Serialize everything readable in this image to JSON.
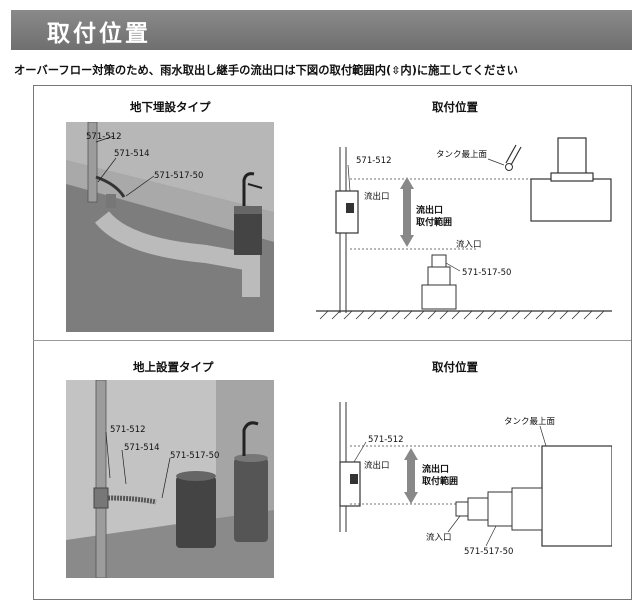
{
  "header": {
    "title": "取付位置"
  },
  "note": {
    "before": "オーバーフロー対策のため、雨水取出し継手の流出口は下図の取付範囲内(",
    "arrow": "⇳",
    "after": "内)に施工してください"
  },
  "sections": {
    "underground": {
      "title": "地下埋設タイプ",
      "photo_labels": [
        "571-512",
        "571-514",
        "571-517-50"
      ]
    },
    "underground_position": {
      "title": "取付位置",
      "labels": {
        "tank_top": "タンク最上面",
        "part_a": "571-512",
        "outlet": "流出口",
        "range_1": "流出口",
        "range_2": "取付範囲",
        "inlet": "流入口",
        "part_b": "571-517-50"
      }
    },
    "aboveground": {
      "title": "地上設置タイプ",
      "photo_labels": [
        "571-512",
        "571-514",
        "571-517-50"
      ]
    },
    "aboveground_position": {
      "title": "取付位置",
      "labels": {
        "tank_top": "タンク最上面",
        "part_a": "571-512",
        "outlet": "流出口",
        "range_1": "流出口",
        "range_2": "取付範囲",
        "inlet": "流入口",
        "part_b": "571-517-50"
      }
    }
  }
}
